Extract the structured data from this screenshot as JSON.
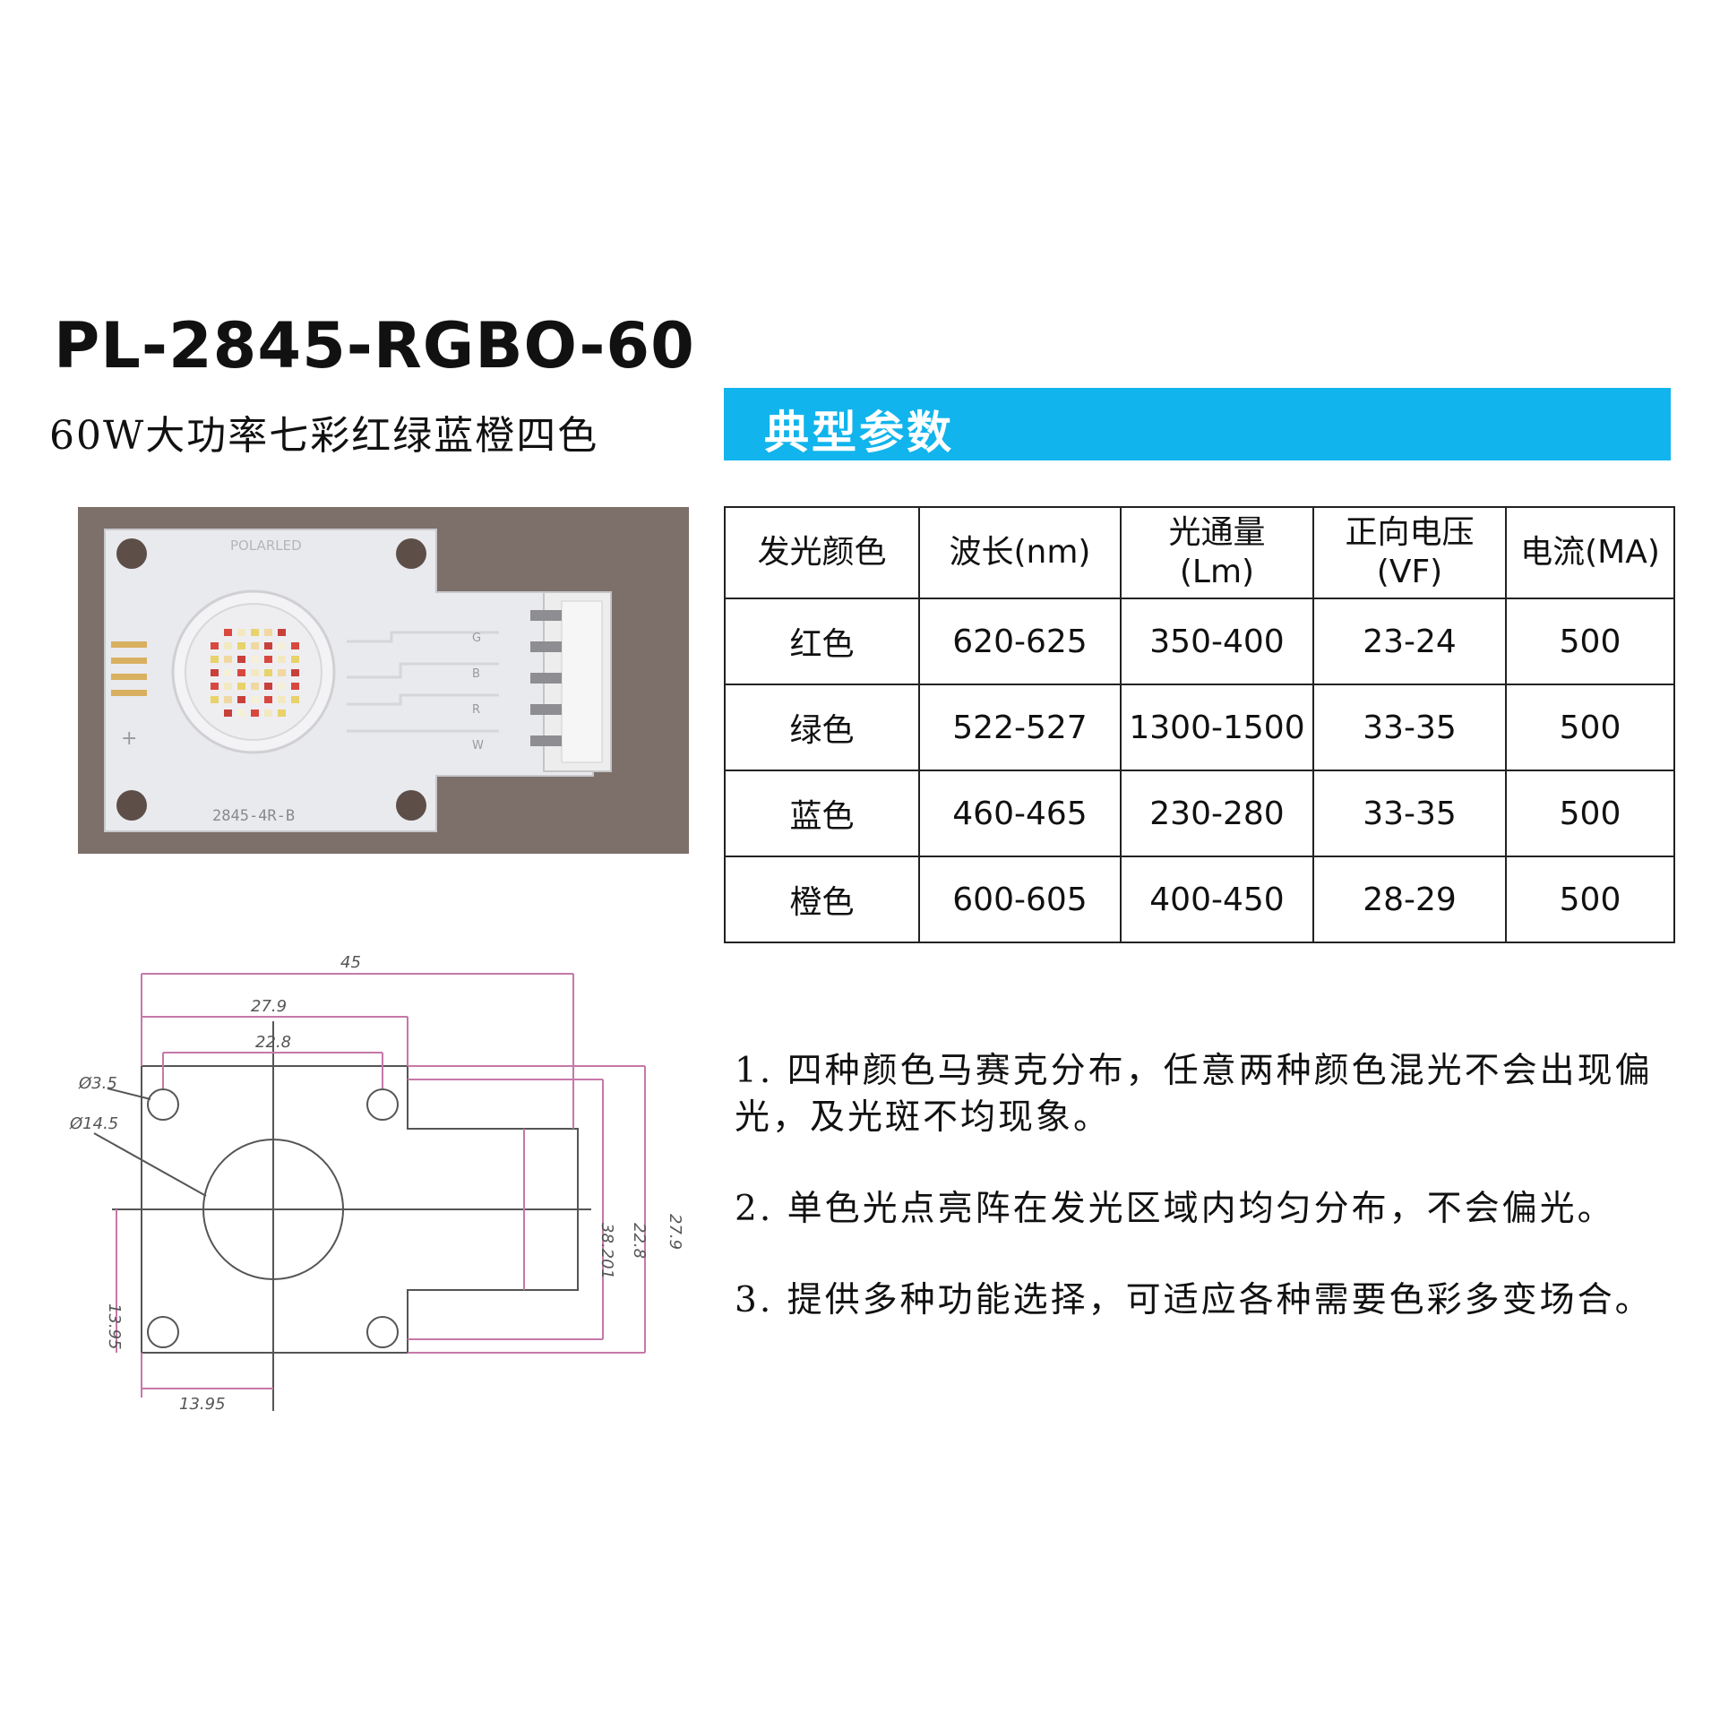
{
  "product": {
    "model": "PL-2845-RGBO-60",
    "subtitle": "60W大功率七彩红绿蓝橙四色"
  },
  "photo": {
    "brand_print": "POLARLED",
    "board_code": "2845-4R-B",
    "pad_labels": [
      "G",
      "B",
      "R",
      "W"
    ]
  },
  "section": {
    "title": "典型参数"
  },
  "table": {
    "headers": [
      {
        "line1": "发光颜色",
        "line2": ""
      },
      {
        "line1": "波长(nm)",
        "line2": ""
      },
      {
        "line1": "光通量",
        "line2": "(Lm)"
      },
      {
        "line1": "正向电压",
        "line2": "(VF)"
      },
      {
        "line1": "电流(MA)",
        "line2": ""
      }
    ],
    "rows": [
      [
        "红色",
        "620-625",
        "350-400",
        "23-24",
        "500"
      ],
      [
        "绿色",
        "522-527",
        "1300-1500",
        "33-35",
        "500"
      ],
      [
        "蓝色",
        "460-465",
        "230-280",
        "33-35",
        "500"
      ],
      [
        "橙色",
        "600-605",
        "400-450",
        "28-29",
        "500"
      ]
    ]
  },
  "drawing": {
    "dim_45": "45",
    "dim_27_9_top": "27.9",
    "dim_22_8_top": "22.8",
    "dim_hole": "Ø3.5",
    "dim_circle": "Ø14.5",
    "dim_38_201": "38.201",
    "dim_22_8_side": "22.8",
    "dim_27_9_side": "27.9",
    "dim_13_95_left": "13.95",
    "dim_13_95_bottom": "13.95"
  },
  "notes": [
    "1. 四种颜色马赛克分布，任意两种颜色混光不会出现偏光，及光斑不均现象。",
    "2. 单色光点亮阵在发光区域内均匀分布，不会偏光。",
    "3. 提供多种功能选择，可适应各种需要色彩多变场合。"
  ]
}
